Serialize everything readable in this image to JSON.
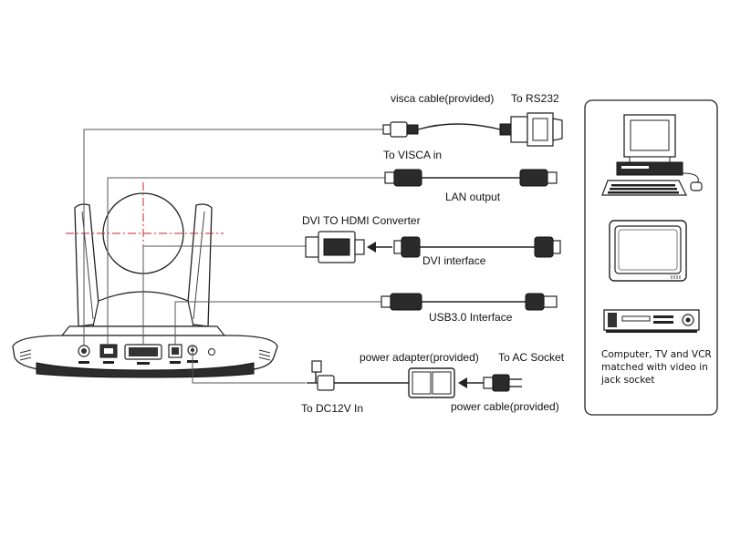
{
  "labels": {
    "visca_cable": "visca cable(provided)",
    "to_rs232": "To RS232",
    "to_visca_in": "To VISCA in",
    "lan_output": "LAN output",
    "dvi_hdmi_converter": "DVI TO HDMI Converter",
    "dvi_interface": "DVI interface",
    "usb3_interface": "USB3.0 Interface",
    "power_adapter": "power adapter(provided)",
    "to_ac_socket": "To AC Socket",
    "to_dc12v_in": "To DC12V In",
    "power_cable": "power cable(provided)"
  },
  "side_panel": {
    "caption_line1": "Computer, TV and VCR",
    "caption_line2": "matched with video in",
    "caption_line3": "jack socket"
  },
  "colors": {
    "crosshair": "#cc2222",
    "line": "#222222"
  }
}
